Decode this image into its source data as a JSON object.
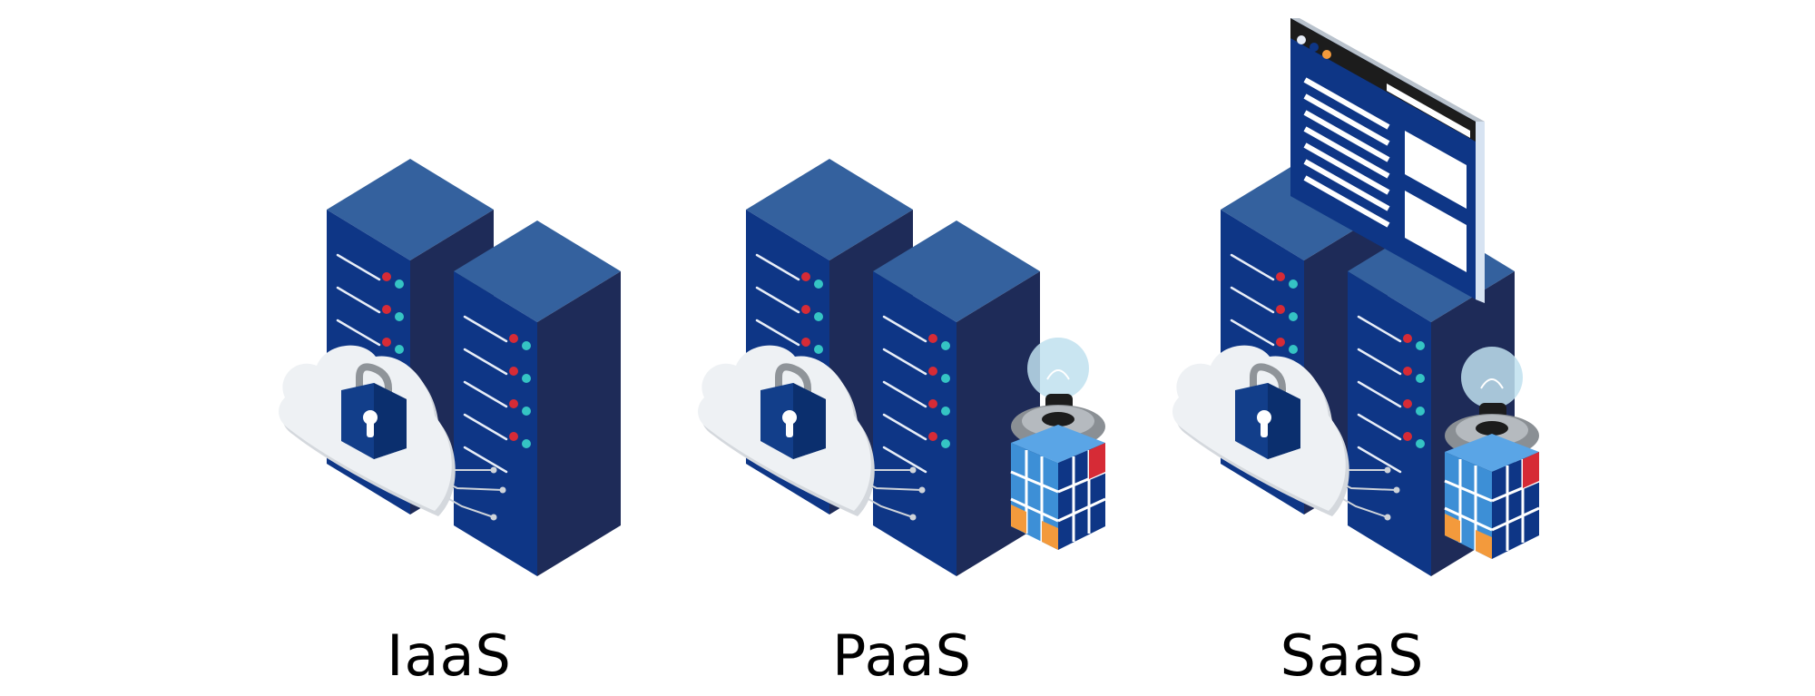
{
  "colors": {
    "server_top": "#34619e",
    "server_front": "#0e3686",
    "server_side": "#1e2b58",
    "led_red": "#d62b36",
    "led_teal": "#35c4c4",
    "cloud_fill": "#eef1f4",
    "cloud_shade": "#d4d8dd",
    "lock_body": "#123e8a",
    "lock_shackle": "#8f9499",
    "bulb": "#bfe0ef",
    "gear": "#8a8f94",
    "cube_blue": "#3d8fd6",
    "cube_dark": "#0e3686",
    "cube_orange": "#f39a3c",
    "cube_red": "#d62b36",
    "window_frame": "#0e3686",
    "window_bar": "#1c1c1c"
  },
  "icons": [
    "server-rack-icon",
    "cloud-icon",
    "padlock-icon",
    "lightbulb-icon",
    "gear-icon",
    "cube-grid-icon",
    "browser-window-icon"
  ],
  "models": [
    {
      "id": "iaas",
      "label": "IaaS"
    },
    {
      "id": "paas",
      "label": "PaaS"
    },
    {
      "id": "saas",
      "label": "SaaS"
    }
  ]
}
